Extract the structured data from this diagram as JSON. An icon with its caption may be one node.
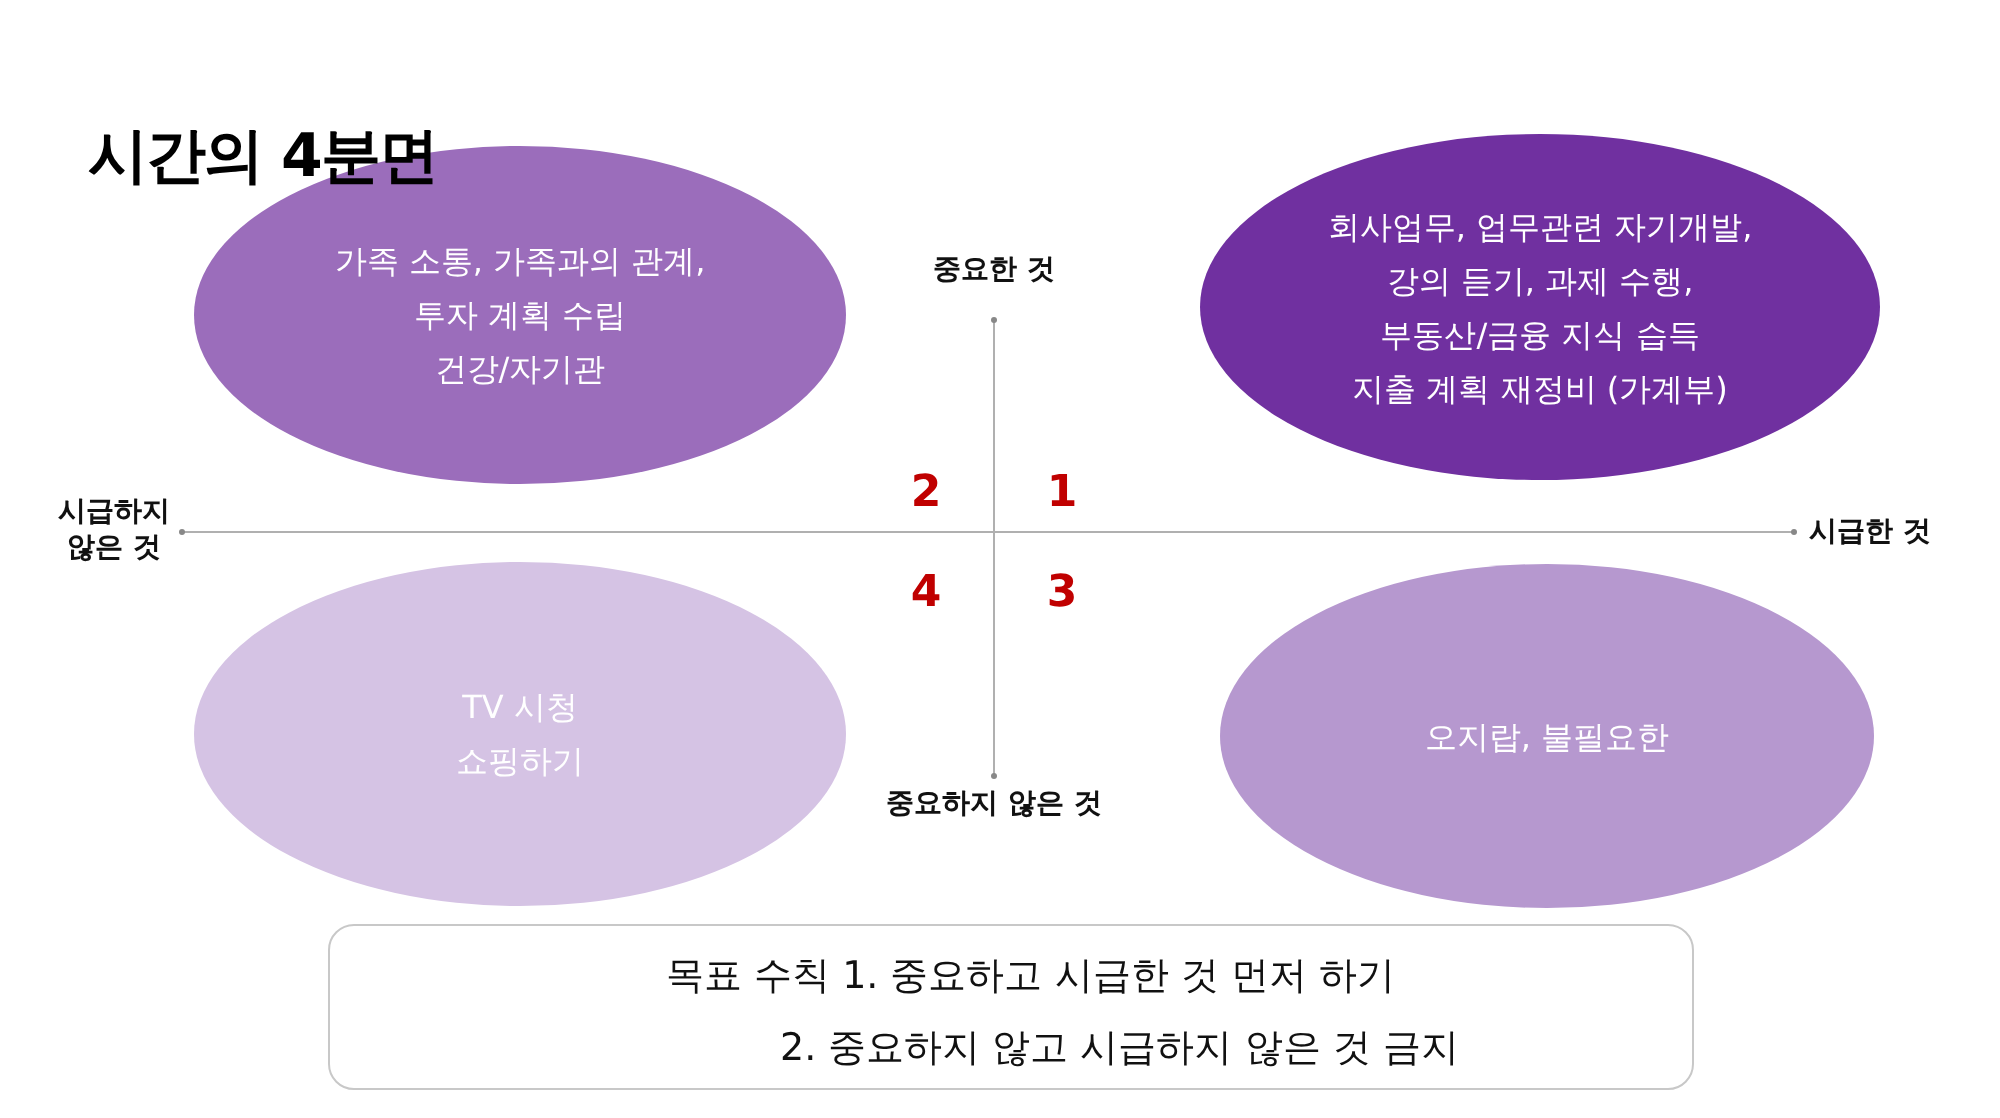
{
  "diagram": {
    "title": "시간의 4분면",
    "nodes": [
      {
        "text": [
          "가족 소통, 가족과의 관계,",
          "투자 계획 수립",
          "건강/자기관"
        ]
      },
      {
        "text": [
          "회사업무, 업무관련 자기개발,",
          "강의 듣기, 과제 수행,",
          "부동산/금융 지식 습득",
          "지출 계획 재정비 (가계부)"
        ]
      },
      {
        "text": [
          "TV 시청",
          "쇼핑하기"
        ]
      },
      {
        "text": [
          "오지랍, 불필요한"
        ]
      },
      {
        "text": [
          "목표 수칙 1. 중요하고 시급한 것 먼저 하기",
          "2. 중요하지 않고 시급하지 않은 것 금지"
        ]
      }
    ],
    "labels": [
      "중요한 것",
      "시급하지 않은 것",
      "2",
      "1",
      "시급한 것",
      "4",
      "3",
      "중요하지 않은 것"
    ]
  }
}
